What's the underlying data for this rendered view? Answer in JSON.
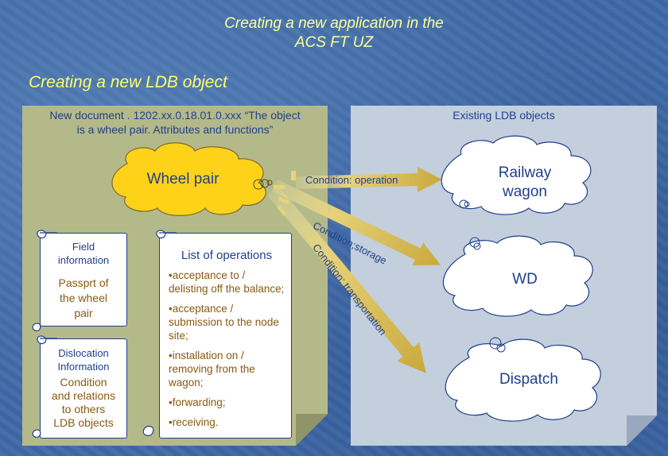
{
  "title_line1": "Creating a new application in the",
  "title_line2": "ACS FT UZ",
  "subtitle": "Creating a new LDB object",
  "left_panel": {
    "heading_line1": "New document . 1202.xx.0.18.01.0.xxx “The object",
    "heading_line2": "is a wheel pair. Attributes and functions”"
  },
  "right_panel": {
    "heading": "Existing LDB objects"
  },
  "source_cloud": {
    "label": "Wheel pair",
    "color": "#ffd21a"
  },
  "field_info": {
    "title_line1": "Field",
    "title_line2": "information",
    "text_line1": "Passprt of",
    "text_line2": "the wheel",
    "text_line3": "pair"
  },
  "dislocation_info": {
    "title_line1": "Dislocation",
    "title_line2": "Information",
    "text_line1": "Condition",
    "text_line2": "and relations",
    "text_line3": "to others",
    "text_line4": "LDB objects"
  },
  "operations": {
    "title": "List of operations",
    "items": [
      "•acceptance to / delisting off the balance;",
      "•acceptance / submission to the node site;",
      "•installation on / removing from the wagon;",
      "•forwarding;",
      "•receiving."
    ]
  },
  "targets": {
    "railway_line1": "Railway",
    "railway_line2": "wagon",
    "wd": "WD",
    "dispatch": "Dispatch"
  },
  "arrows": {
    "operation": "Condition: operation",
    "storage": "Condition;storage",
    "transportation": "Condition: transportation"
  },
  "colors": {
    "left_panel": "#b4b98a",
    "right_panel": "#c3cfdd",
    "text_blue": "#1f3f8c",
    "text_brown": "#8a5a10",
    "arrow_gold": "#d8c25a"
  }
}
